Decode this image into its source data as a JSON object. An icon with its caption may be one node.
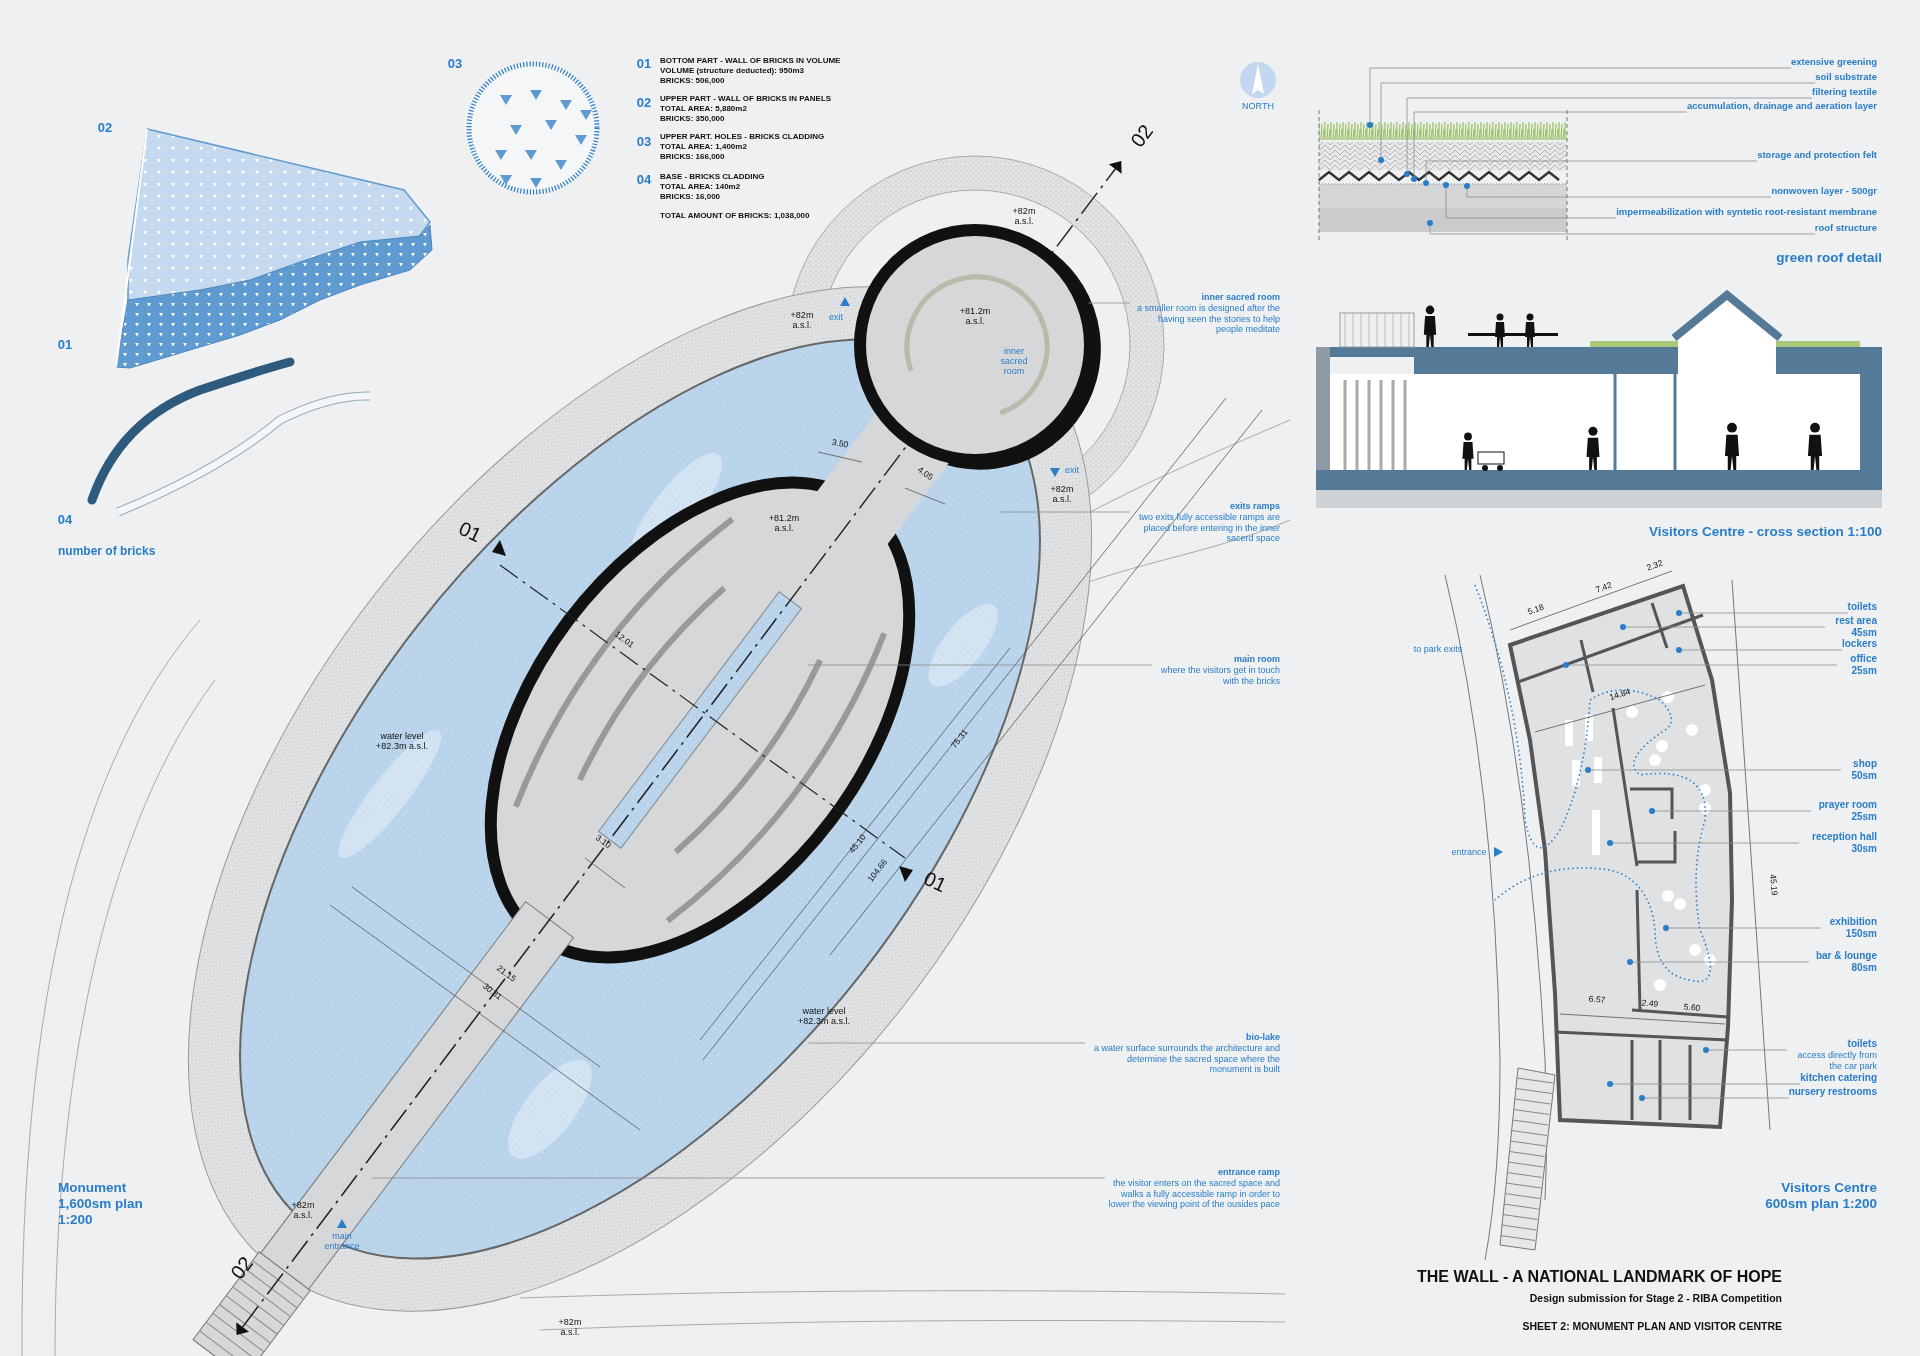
{
  "diagram": {
    "title": "THE WALL - A NATIONAL LANDMARK OF HOPE",
    "nodes": [
      {
        "text": [
          "extensive greening"
        ]
      },
      {
        "text": [
          "soil substrate"
        ]
      },
      {
        "text": [
          "filtering textile"
        ]
      },
      {
        "text": [
          "accumulation, drainage and aeration layer"
        ]
      },
      {
        "text": [
          "storage and protection felt"
        ]
      },
      {
        "text": [
          "nonwoven layer - 500gr"
        ]
      },
      {
        "text": [
          "impermeabilization with syntetic root-resistant membrane"
        ]
      },
      {
        "text": [
          "roof structure"
        ]
      },
      {
        "text": [
          "toilets"
        ]
      },
      {
        "text": [
          "rest area 45sm"
        ]
      },
      {
        "text": [
          "lockers"
        ]
      },
      {
        "text": [
          "office 25sm"
        ]
      },
      {
        "text": [
          "shop 50sm"
        ]
      },
      {
        "text": [
          "prayer room 25sm"
        ]
      },
      {
        "text": [
          "reception hall 30sm"
        ]
      },
      {
        "text": [
          "exhibition 150sm"
        ]
      },
      {
        "text": [
          "bar & lounge 80sm"
        ]
      },
      {
        "text": [
          "toilets",
          "access directly from the car park"
        ]
      },
      {
        "text": [
          "kitchen catering"
        ]
      },
      {
        "text": [
          "nursery restrooms"
        ]
      },
      {
        "text": [
          "inner sacred room",
          "a smaller room is designed after the having seen the stories to help people meditate"
        ]
      },
      {
        "text": [
          "exits ramps",
          "two exits fully accessible ramps are placed before entering in the inner sacerd space"
        ]
      },
      {
        "text": [
          "main room",
          "where the visitors get in touch with the bricks"
        ]
      },
      {
        "text": [
          "bio-lake",
          "a water surface surrounds the architecture and determine the sacred space where the monument is built"
        ]
      },
      {
        "text": [
          "entrance ramp",
          "the visitor enters on the sacred space and walks a fully accessible ramp in order to lower the viewing point of the ousides pace"
        ]
      },
      {
        "text": [
          "+81.2m a.s.l.",
          "inner sacred room"
        ]
      }
    ],
    "edges": [
      {
        "from": 0,
        "to": null,
        "arrow": "other"
      },
      {
        "from": 1,
        "to": null,
        "arrow": "other"
      },
      {
        "from": 2,
        "to": null,
        "arrow": "other"
      },
      {
        "from": 3,
        "to": null,
        "arrow": "other"
      },
      {
        "from": 4,
        "to": null,
        "arrow": "other"
      },
      {
        "from": 5,
        "to": null,
        "arrow": "other"
      },
      {
        "from": 6,
        "to": null,
        "arrow": "other"
      },
      {
        "from": 7,
        "to": null,
        "arrow": "other"
      },
      {
        "from": 8,
        "to": null,
        "arrow": "other"
      },
      {
        "from": 9,
        "to": null,
        "arrow": "other"
      },
      {
        "from": 10,
        "to": null,
        "arrow": "other"
      },
      {
        "from": 11,
        "to": null,
        "arrow": "other"
      },
      {
        "from": 12,
        "to": null,
        "arrow": "other"
      },
      {
        "from": 13,
        "to": null,
        "arrow": "other"
      },
      {
        "from": 14,
        "to": null,
        "arrow": "other"
      },
      {
        "from": 15,
        "to": null,
        "arrow": "other"
      },
      {
        "from": 16,
        "to": null,
        "arrow": "other"
      },
      {
        "from": 17,
        "to": null,
        "arrow": "other"
      },
      {
        "from": 18,
        "to": null,
        "arrow": "other"
      },
      {
        "from": 19,
        "to": null,
        "arrow": "other"
      },
      {
        "from": 20,
        "to": 25,
        "arrow": "none"
      },
      {
        "from": 21,
        "to": null,
        "arrow": "none"
      },
      {
        "from": 22,
        "to": null,
        "arrow": "none"
      },
      {
        "from": 23,
        "to": null,
        "arrow": "none"
      },
      {
        "from": 24,
        "to": null,
        "arrow": "none"
      }
    ],
    "labels": [
      "02",
      "01",
      "04",
      "number of bricks",
      "03",
      "01",
      "BOTTOM PART - WALL OF BRICKS IN VOLUME",
      "VOLUME (structure deducted): 950m3",
      "BRICKS: 506,000",
      "02",
      "UPPER PART - WALL OF BRICKS IN PANELS",
      "TOTAL AREA: 5,880m2",
      "BRICKS: 350,000",
      "03",
      "UPPER PART. HOLES - BRICKS CLADDING",
      "TOTAL AREA: 1,400m2",
      "BRICKS: 166,000",
      "04",
      "BASE - BRICKS CLADDING",
      "TOTAL AREA: 140m2",
      "BRICKS: 16,000",
      "TOTAL AMOUNT OF BRICKS: 1,038,000",
      "NORTH",
      "02",
      "+82m a.s.l.",
      "+82m a.s.l.",
      "exit",
      "3.50",
      "4.05",
      "exit",
      "+82m a.s.l.",
      "+81.2m a.s.l.",
      "01",
      "12.01",
      "water level +82.3m a.s.l.",
      "75.31",
      "3.10",
      "45.10",
      "104.66",
      "01",
      "21.15",
      "30.81",
      "water level +82.3m a.s.l.",
      "Monument 1,600sm plan 1:200",
      "+82m a.s.l.",
      "main entrance",
      "02",
      "+82m a.s.l.",
      "green roof detail",
      "Visitors Centre - cross section 1:100",
      "5.18",
      "7.42",
      "2.32",
      "to park exits",
      "14.84",
      "entrance",
      "45.19",
      "6.57",
      "2.49",
      "5.60",
      "Visitors Centre 600sm plan 1:200",
      "Design submission for Stage 2 - RIBA Competition",
      "SHEET 2: MONUMENT PLAN AND VISITOR CENTRE"
    ]
  }
}
